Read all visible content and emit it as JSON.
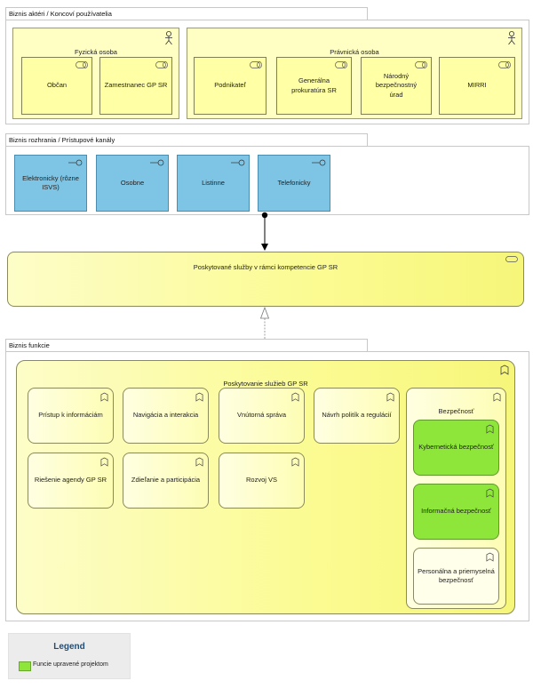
{
  "actors_group": {
    "title": "Biznis aktéri / Koncoví používatelia",
    "fyzicka": {
      "label": "Fyzická osoba",
      "roles": [
        "Občan",
        "Zamestnanec GP SR"
      ]
    },
    "pravnicka": {
      "label": "Právnická osoba",
      "roles": [
        "Podnikateľ",
        "Generálna prokuratúra SR",
        "Národný bezpečnostný úrad",
        "MIRRI"
      ]
    }
  },
  "interfaces_group": {
    "title": "Biznis rozhrania / Prístupové kanály",
    "items": [
      "Elektronicky (rôzne ISVS)",
      "Osobne",
      "Listinne",
      "Telefonicky"
    ]
  },
  "service": {
    "label": "Poskytované služby v rámci kompetencie GP SR"
  },
  "functions_group": {
    "title": "Biznis funkcie",
    "main": {
      "label": "Poskytovanie služieb GP SR",
      "functions": [
        "Prístup k informáciám",
        "Navigácia a interakcia",
        "Vnútorná správa",
        "Návrh politík a regulácií",
        "Riešenie agendy GP SR",
        "Zdieľanie a participácia",
        "Rozvoj VS"
      ],
      "security": {
        "label": "Bezpečnosť",
        "items": [
          "Kybernetická bezpečnosť",
          "Informačná bezpečnosť",
          "Personálna a priemyselná bezpečnosť"
        ]
      }
    }
  },
  "legend": {
    "title": "Legend",
    "item": "Funcie upravené projektom",
    "color": "#8ee63a"
  },
  "colors": {
    "role_fill": "#ffffa6",
    "interface_fill": "#7ec4e4",
    "changed_fill": "#8ee63a",
    "legend_title": "#1f4e79"
  }
}
